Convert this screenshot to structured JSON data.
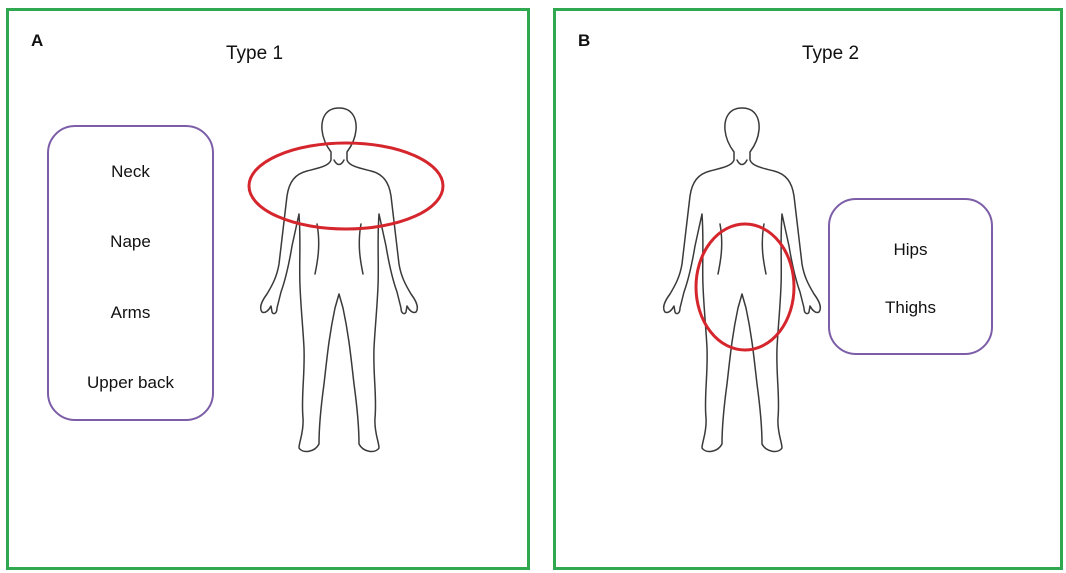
{
  "panels": [
    {
      "letter": "A",
      "title": "Type 1",
      "regions": [
        "Neck",
        "Nape",
        "Arms",
        "Upper back"
      ]
    },
    {
      "letter": "B",
      "title": "Type 2",
      "regions": [
        "Hips",
        "Thighs"
      ]
    }
  ],
  "colors": {
    "panel_border": "#2fa84f",
    "label_box_border": "#7b5ea7",
    "highlight_ring": "#d6262d",
    "body_outline": "#3a3a3a"
  },
  "icons": {
    "figure": "human-body-outline-icon",
    "highlight": "ellipse-highlight"
  }
}
